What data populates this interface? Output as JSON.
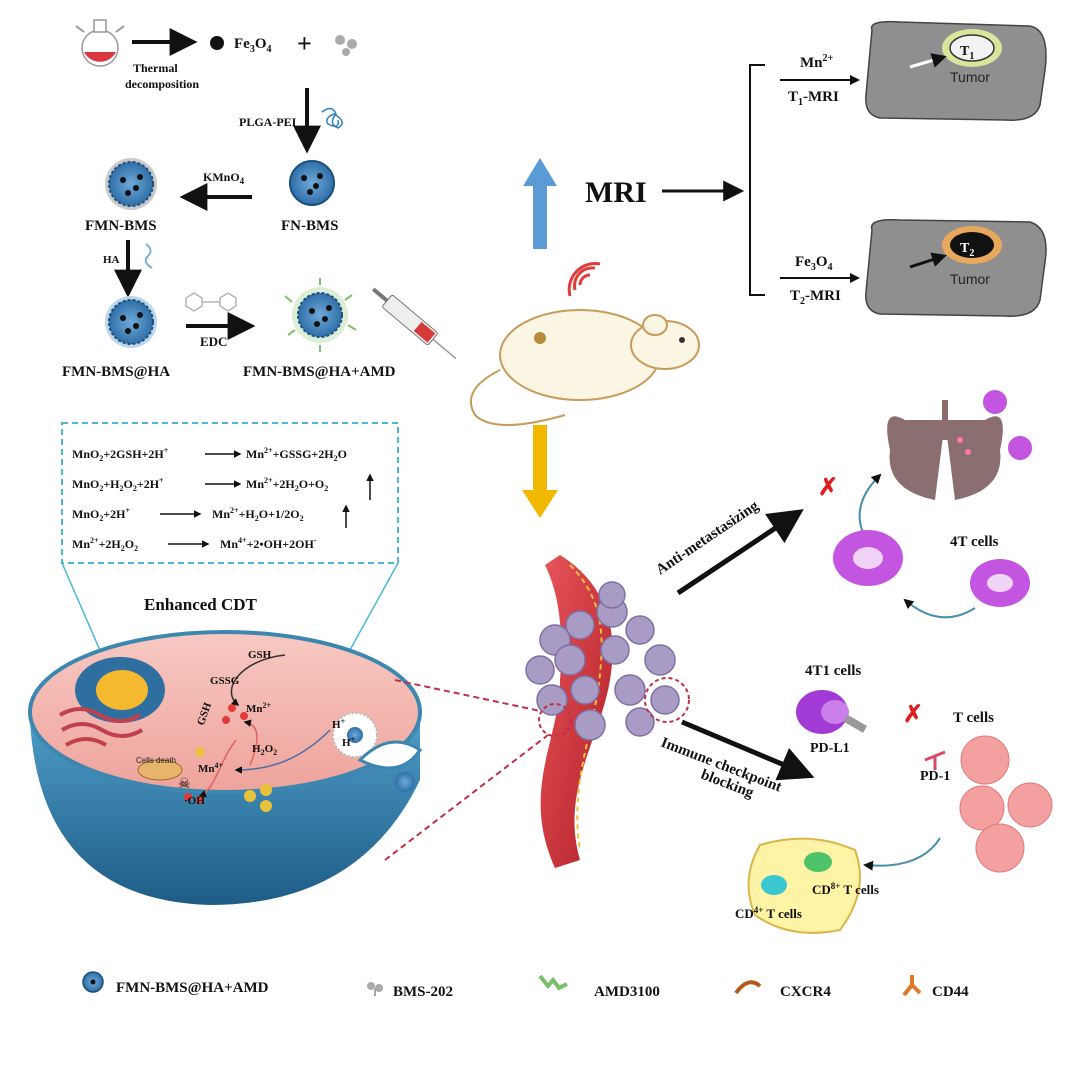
{
  "synthesis": {
    "step1_label": "Thermal decomposition",
    "fe3o4": "Fe3O4",
    "plga_pei": "PLGA-PEI",
    "kmno4": "KMnO4",
    "fn_bms": "FN-BMS",
    "fmn_bms": "FMN-BMS",
    "ha": "HA",
    "edc": "EDC",
    "fmn_bms_ha": "FMN-BMS@HA",
    "fmn_bms_ha_amd": "FMN-BMS@HA+AMD"
  },
  "mri": {
    "title": "MRI",
    "mn_label": "Mn2+",
    "t1_label": "T1-MRI",
    "fe_label": "Fe3O4",
    "t2_label": "T2-MRI",
    "t1_badge": "T1",
    "t2_badge": "T2",
    "tumor_label_1": "Tumor",
    "tumor_label_2": "Tumor"
  },
  "reactions": {
    "r1_left": "MnO2+2GSH+2H+",
    "r1_right": "Mn2++GSSG+2H2O",
    "r2_left": "MnO2+H2O2+2H+",
    "r2_right": "Mn2++2H2O+O2",
    "r3_left": "MnO2+2H+",
    "r3_right": "Mn2++H2O+1/2O2",
    "r4_left": "Mn2++2H2O2",
    "r4_right": "Mn4++2•OH+2OH-"
  },
  "cell": {
    "title": "Enhanced CDT",
    "gsh_top": "GSH",
    "gssg": "GSSG",
    "gsh_side": "GSH",
    "mn2": "Mn2+",
    "h2o2": "H2O2",
    "mn4": "Mn4+",
    "oh": "·OH",
    "cells_death": "Cells death",
    "h_plus_1": "H+",
    "h_plus_2": "H+"
  },
  "pathways": {
    "anti_metastasizing": "Anti-metastasizing",
    "cells_4t": "4T cells",
    "immune_line1": "Immune checkpoint",
    "immune_line2": "blocking",
    "cells_4t1": "4T1 cells",
    "pd_l1": "PD-L1",
    "t_cells": "T cells",
    "pd_1": "PD-1",
    "cd8": "CD8+ T cells",
    "cd4": "CD4+ T cells"
  },
  "legend": {
    "item1": "FMN-BMS@HA+AMD",
    "item2": "BMS-202",
    "item3": "AMD3100",
    "item4": "CXCR4",
    "item5": "CD44"
  },
  "colors": {
    "arrow_blue": "#5b9bd5",
    "arrow_yellow": "#f2b800",
    "dashed_cyan": "#49b9d6",
    "dashed_red": "#c0304a",
    "cell_blue": "#3d86b0",
    "cell_pink": "#f3b8b8"
  }
}
